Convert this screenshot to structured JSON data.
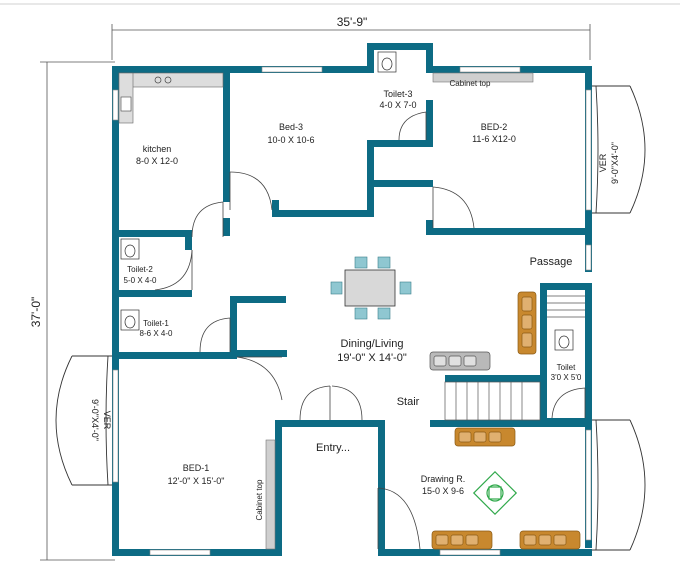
{
  "colors": {
    "wall": "#0d6b84",
    "line": "#333333",
    "glass": "#c9d6d6",
    "furniture": "#c8882e",
    "furniture_dark": "#8a5a14",
    "sofa": "#b9b9b9",
    "chair": "#8fc7d1",
    "carpet": "#2fa84a",
    "counter": "#b04040"
  },
  "dimensions": {
    "overall_width": "35'-9\"",
    "overall_depth": "37'-0\""
  },
  "rooms": {
    "kitchen": {
      "name": "kitchen",
      "size": "8-0  X 12-0"
    },
    "bed3": {
      "name": "Bed-3",
      "size": "10-0  X 10-6"
    },
    "toilet3": {
      "name": "Toilet-3",
      "size": "4-0  X 7-0"
    },
    "bed2": {
      "name": "BED-2",
      "size": "11-6 X12-0"
    },
    "cabinet_top_bed2": "Cabinet top",
    "ver_right": {
      "name": "VER",
      "size": "9'-0\"X4'-0\""
    },
    "toilet2": {
      "name": "Toilet-2",
      "size": "5-0  X 4-0"
    },
    "passage": "Passage",
    "toilet1": {
      "name": "Toilet-1",
      "size": "8-6  X 4-0"
    },
    "dining": {
      "name": "Dining/Living",
      "size": "19'-0\" X 14'-0\""
    },
    "toilet4": {
      "name": "Toilet",
      "size": "3'0  X 5'0"
    },
    "stair": "Stair",
    "ver_left": {
      "name": "VER",
      "size": "9'-0\"X4'-0\""
    },
    "entry": "Entry...",
    "bed1": {
      "name": "BED-1",
      "size": "12'-0\" X 15'-0\""
    },
    "cabinet_top_bed1": "Cabinet top",
    "drawing": {
      "name": "Drawing R.",
      "size": "15-0  X 9-6"
    }
  }
}
